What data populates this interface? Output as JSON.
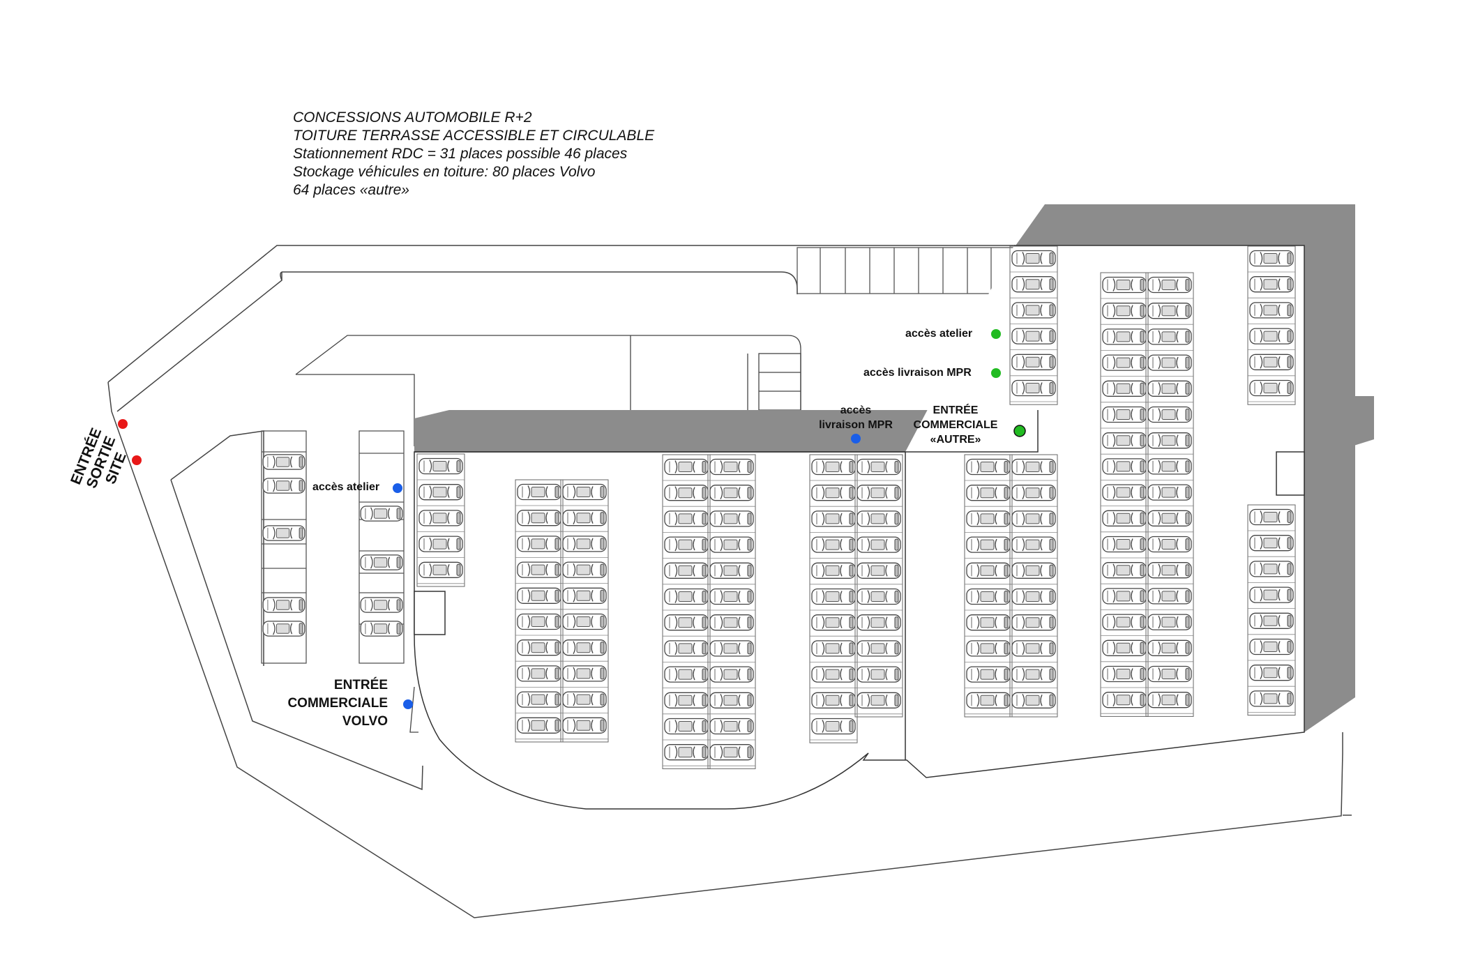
{
  "notes": [
    "CONCESSIONS AUTOMOBILE R+2",
    "TOITURE TERRASSE ACCESSIBLE ET CIRCULABLE",
    "Stationnement RDC = 31 places possible 46 places",
    "Stockage véhicules en toiture: 80 places Volvo",
    "64 places «autre»"
  ],
  "labels": {
    "site_entry": "ENTRÉE\nSORTIE\nSITE",
    "atelier_left": "accès atelier",
    "entree_volvo": "ENTRÉE\nCOMMERCIALE\nVOLVO",
    "livraison_center": "accès\nlivraison MPR",
    "entree_autre": "ENTRÉE\nCOMMERCIALE\n«AUTRE»",
    "atelier_right": "accès atelier",
    "livraison_right": "accès livraison MPR"
  },
  "colors": {
    "entry_marker": "#e81818",
    "volvo_marker": "#1a5ee8",
    "autre_marker": "#22bb22",
    "roof_shade": "#8c8c8c",
    "line": "#333333"
  }
}
